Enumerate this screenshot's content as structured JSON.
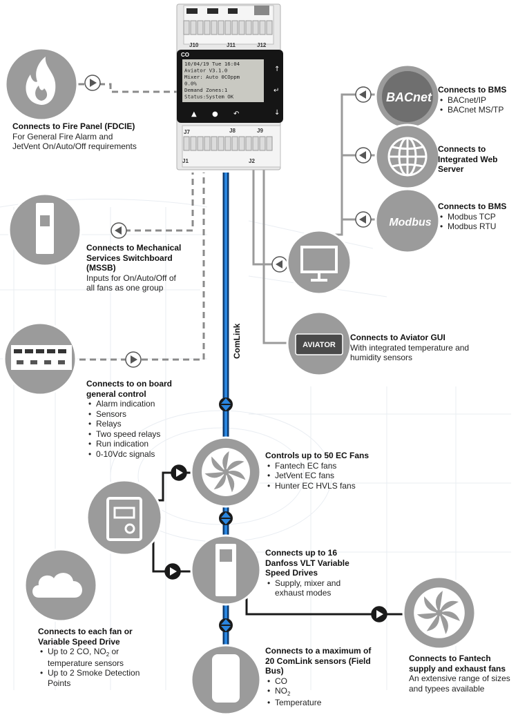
{
  "controller": {
    "screen_lines": [
      "10/04/19  Tue  16:04",
      "Aviator    V3.1.0",
      "Mixer: Auto     0COppm",
      "                   0.0%",
      "Demand Zones:1",
      "Status:System OK"
    ],
    "connectors_top": [
      "J10",
      "J11",
      "J12"
    ],
    "connectors_bottom": [
      "J7",
      "J8",
      "J9",
      "J1",
      "J2"
    ],
    "brand_mark": "CO"
  },
  "comlink_label": "ComLink",
  "nodes": {
    "fire_panel": {
      "icon": "fire-icon",
      "title": "Connects to Fire Panel (FDCIE)",
      "desc": "For General Fire Alarm and JetVent On/Auto/Off requirements"
    },
    "mssb": {
      "icon": "switchboard-icon",
      "title": "Connects to Mechanical Services Switchboard (MSSB)",
      "desc": "Inputs for On/Auto/Off of all fans as one group"
    },
    "onboard": {
      "icon": "circuit-board-icon",
      "title": "Connects to on board general control",
      "items": [
        "Alarm indication",
        "Sensors",
        "Relays",
        "Two speed relays",
        "Run indication",
        "0-10Vdc signals"
      ]
    },
    "bacnet": {
      "icon": "bacnet-logo",
      "logo_text": "BACnet",
      "title": "Connects to BMS",
      "items": [
        "BACnet/IP",
        "BACnet MS/TP"
      ]
    },
    "web_server": {
      "icon": "globe-icon",
      "title": "Connects to Integrated Web Server"
    },
    "modbus": {
      "icon": "modbus-logo",
      "logo_text": "Modbus",
      "title": "Connects to BMS",
      "items": [
        "Modbus TCP",
        "Modbus RTU"
      ]
    },
    "monitor": {
      "icon": "monitor-icon"
    },
    "aviator": {
      "icon": "aviator-logo",
      "logo_text": "AVIATOR",
      "title": "Connects to Aviator GUI",
      "desc": "With integrated temperature and humidity sensors"
    },
    "ec_fans": {
      "icon": "fan-icon",
      "title": "Controls up to 50 EC Fans",
      "items": [
        "Fantech EC fans",
        "JetVent EC fans",
        "Hunter EC HVLS fans"
      ]
    },
    "vsd": {
      "icon": "vsd-icon",
      "title": "Connects up to 16 Danfoss VLT Variable Speed Drives",
      "items": [
        "Supply, mixer and exhaust modes"
      ]
    },
    "sensor_box": {
      "icon": "sensor-box-icon"
    },
    "smoke": {
      "icon": "smoke-cloud-icon",
      "title": "Connects to each fan or Variable Speed Drive",
      "items": [
        "Up to 2 CO, NO2 or temperature sensors",
        "Up to 2 Smoke Detection Points"
      ]
    },
    "comlink_sensors": {
      "icon": "sensor-icon",
      "title": "Connects to a maximum of 20 ComLink sensors (Field Bus)",
      "items": [
        "CO",
        "NO2",
        "Temperature"
      ]
    },
    "supply_fans": {
      "icon": "fan-icon",
      "title": "Connects to Fantech supply and exhaust fans",
      "desc": "An extensive range of sizes and typees available"
    }
  },
  "colors": {
    "node_fill": "#9b9b9b",
    "node_stroke": "#ffffff",
    "line_dark": "#1a1a1a",
    "line_gray": "#9a9a9a",
    "comlink_blue": "#1b6fc4",
    "dashed": "#8a8a8a"
  }
}
